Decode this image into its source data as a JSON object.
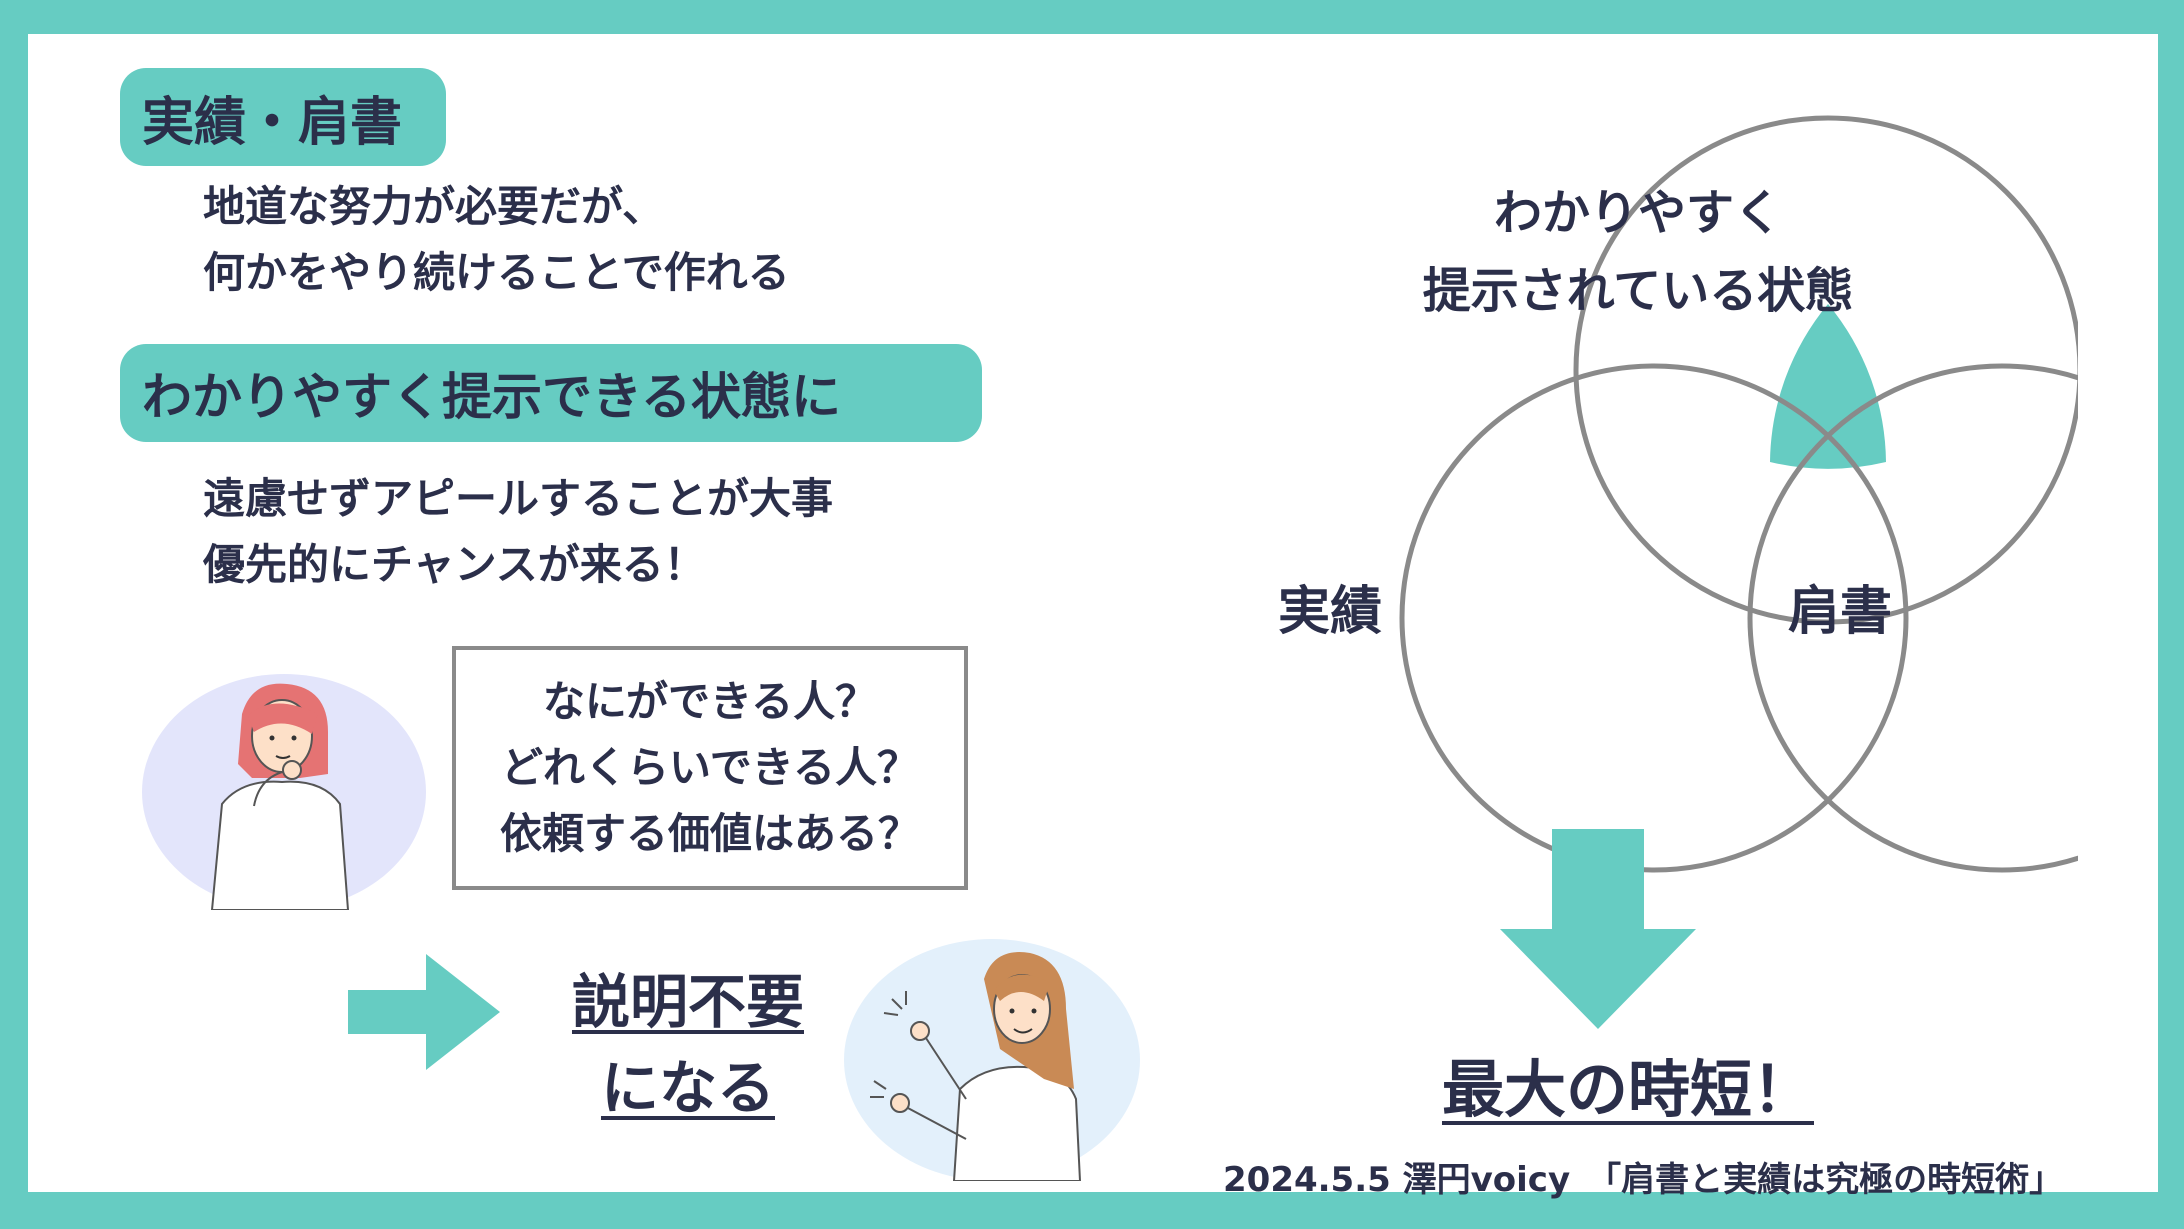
{
  "heading_achievements": "実績・肩書",
  "para_achievements": [
    "地道な努力が必要だが、",
    "何かをやり続けることで作れる"
  ],
  "heading_present": "わかりやすく提示できる状態に",
  "para_present": [
    "遠慮せずアピールすることが大事",
    "優先的にチャンスが来る！"
  ],
  "questions": [
    "なにができる人？",
    "どれくらいできる人？",
    "依頼する価値はある？"
  ],
  "no_explanation": [
    "説明不要",
    "になる"
  ],
  "venn": {
    "top": [
      "わかりやすく",
      "提示されている状態"
    ],
    "left": "実績",
    "right": "肩書"
  },
  "result": "最大の時短！",
  "credit": "2024.5.5 澤円voicy　「肩書と実績は究極の時短術」",
  "colors": {
    "accent": "#66ccc2",
    "text": "#2b2f4a",
    "circle": "#8a8a8a"
  },
  "icons": {
    "arrow_right": "arrow-right-icon",
    "arrow_down": "arrow-down-icon"
  }
}
